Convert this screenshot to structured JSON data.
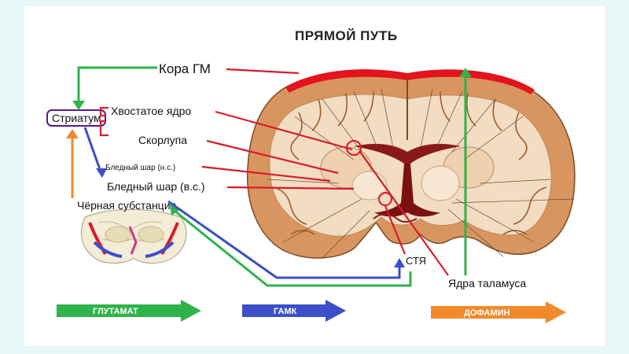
{
  "title": "ПРЯМОЙ ПУТЬ",
  "labels": {
    "cortex": "Кора ГМ",
    "striatum": "Стриатум",
    "caudate": "Хвостатое ядро",
    "putamen": "Скорлупа",
    "gp_ext": "Бледный шар (н.с.)",
    "gp_int": "Бледный шар (в.с.)",
    "substantia_nigra": "Чёрная субстанция",
    "stn": "СТЯ",
    "thalamus": "Ядра таламуса"
  },
  "legend": [
    {
      "label": "ГЛУТАМАТ",
      "color": "#2fb34a"
    },
    {
      "label": "ГАМК",
      "color": "#3b4fc8"
    },
    {
      "label": "ДОФАМИН",
      "color": "#f08a2a"
    }
  ],
  "colors": {
    "glutamate": "#2fb34a",
    "gaba": "#3b4fc8",
    "dopamine": "#f08a2a",
    "pointer": "#d81b2b",
    "striatum_box": "#5a1a8c"
  }
}
